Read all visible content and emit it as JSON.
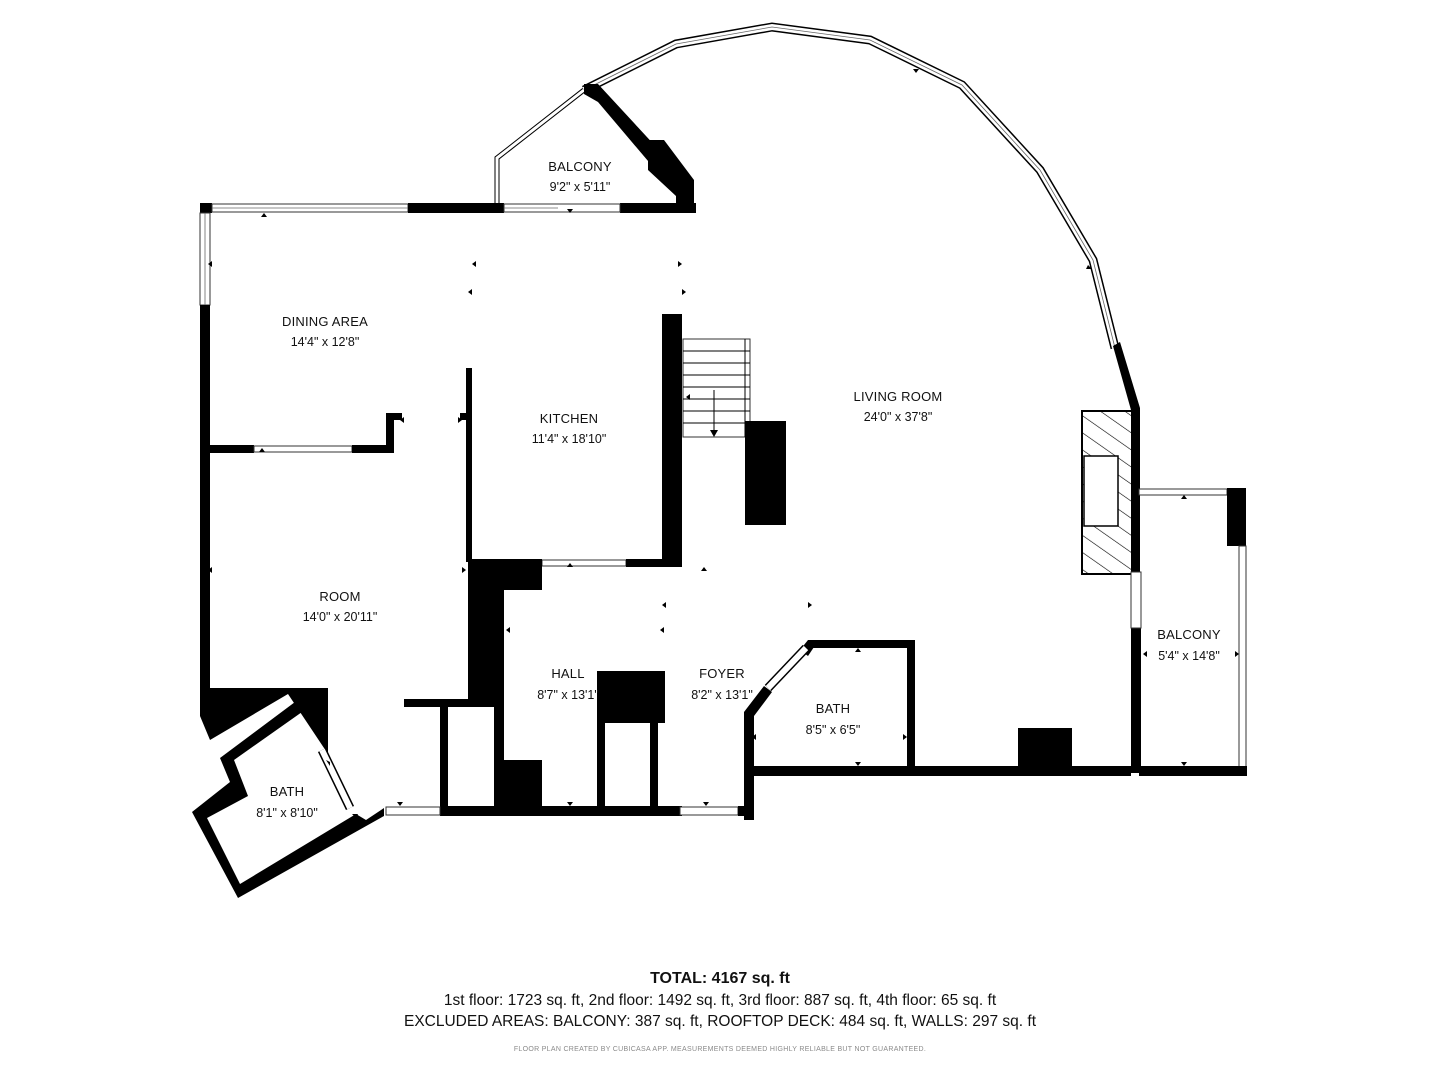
{
  "rooms": {
    "balcony_top": {
      "name": "BALCONY",
      "dims": "9'2\" x 5'11\""
    },
    "dining": {
      "name": "DINING AREA",
      "dims": "14'4\" x 12'8\""
    },
    "kitchen": {
      "name": "KITCHEN",
      "dims": "11'4\" x 18'10\""
    },
    "living": {
      "name": "LIVING ROOM",
      "dims": "24'0\" x 37'8\""
    },
    "room": {
      "name": "ROOM",
      "dims": "14'0\" x 20'11\""
    },
    "hall": {
      "name": "HALL",
      "dims": "8'7\" x 13'1\""
    },
    "foyer": {
      "name": "FOYER",
      "dims": "8'2\" x 13'1\""
    },
    "bath_center": {
      "name": "BATH",
      "dims": "8'5\" x 6'5\""
    },
    "balcony_right": {
      "name": "BALCONY",
      "dims": "5'4\" x 14'8\""
    },
    "bath_left": {
      "name": "BATH",
      "dims": "8'1\" x 8'10\""
    }
  },
  "totals": {
    "title": "TOTAL: 4167 sq. ft",
    "floors": "1st floor: 1723 sq. ft, 2nd floor: 1492 sq. ft, 3rd floor: 887 sq. ft, 4th floor: 65 sq. ft",
    "excluded": "EXCLUDED AREAS: BALCONY: 387 sq. ft, ROOFTOP DECK: 484 sq. ft, WALLS: 297 sq. ft"
  },
  "credit": "FLOOR PLAN CREATED BY CUBICASA APP. MEASUREMENTS DEEMED HIGHLY RELIABLE BUT NOT GUARANTEED."
}
